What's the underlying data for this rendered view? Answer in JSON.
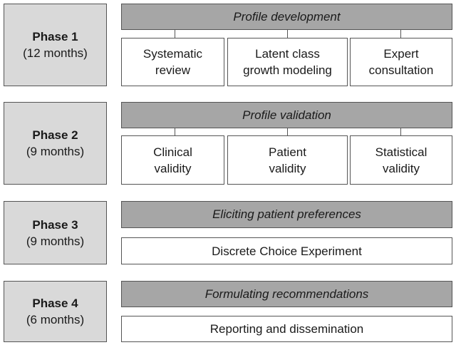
{
  "phases": [
    {
      "title": "Phase 1",
      "duration": "(12 months)",
      "header": "Profile development",
      "tasks": [
        {
          "line1": "Systematic",
          "line2": "review"
        },
        {
          "line1": "Latent class",
          "line2": "growth modeling"
        },
        {
          "line1": "Expert",
          "line2": "consultation"
        }
      ]
    },
    {
      "title": "Phase 2",
      "duration": "(9 months)",
      "header": "Profile validation",
      "tasks": [
        {
          "line1": "Clinical",
          "line2": "validity"
        },
        {
          "line1": "Patient",
          "line2": "validity"
        },
        {
          "line1": "Statistical",
          "line2": "validity"
        }
      ]
    },
    {
      "title": "Phase 3",
      "duration": "(9 months)",
      "header": "Eliciting patient preferences",
      "tasks": [
        {
          "line1": "Discrete Choice Experiment"
        }
      ]
    },
    {
      "title": "Phase 4",
      "duration": "(6 months)",
      "header": "Formulating recommendations",
      "tasks": [
        {
          "line1": "Reporting and dissemination"
        }
      ]
    }
  ],
  "colors": {
    "phase_fill": "#d9d9d9",
    "header_fill": "#a6a6a6",
    "task_fill": "#ffffff",
    "border": "#555555"
  }
}
